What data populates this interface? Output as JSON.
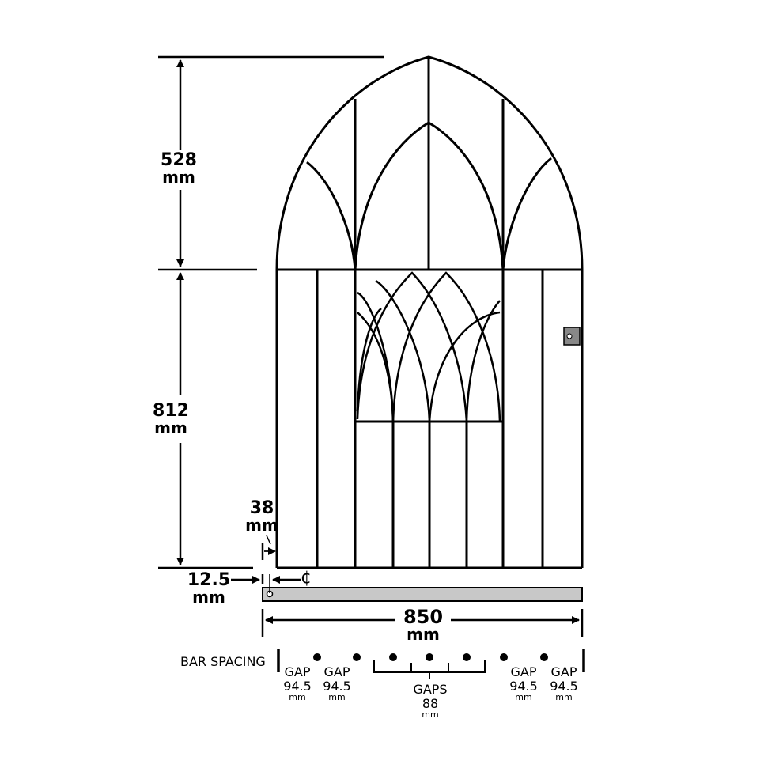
{
  "dimensions": {
    "arch_height": {
      "value": "528",
      "unit": "mm"
    },
    "body_height": {
      "value": "812",
      "unit": "mm"
    },
    "post_offset": {
      "value": "38",
      "unit": "mm"
    },
    "hinge_offset": {
      "value": "12.5",
      "unit": "mm"
    },
    "centerline_symbol": "¢",
    "width": {
      "value": "850",
      "unit": "mm"
    }
  },
  "bar_spacing": {
    "label": "BAR SPACING",
    "gaps": [
      {
        "label": "GAP",
        "value": "94.5",
        "unit": "mm"
      },
      {
        "label": "GAP",
        "value": "94.5",
        "unit": "mm"
      },
      {
        "label": "GAPS",
        "value": "88",
        "unit": "mm"
      },
      {
        "label": "GAP",
        "value": "94.5",
        "unit": "mm"
      },
      {
        "label": "GAP",
        "value": "94.5",
        "unit": "mm"
      }
    ]
  },
  "colors": {
    "line": "#000000",
    "ground_bar": "#c8c8c8"
  }
}
